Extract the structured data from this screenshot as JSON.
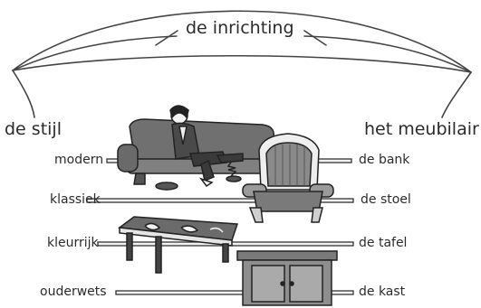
{
  "title": "de inrichting",
  "categories": {
    "left": "de stijl",
    "right": "het meubilair"
  },
  "adjectives": [
    "modern",
    "klassiek",
    "kleurrijk",
    "ouderwets"
  ],
  "nouns": [
    "de bank",
    "de stoel",
    "de tafel",
    "de kast"
  ],
  "icons": [
    "sofa-with-person-illustration",
    "armchair-illustration",
    "coffee-table-illustration",
    "cabinet-illustration"
  ],
  "colors": {
    "ink": "#2b2b2b",
    "line": "#555555",
    "fill_dark": "#6e6e6e",
    "fill_mid": "#9a9a9a"
  }
}
